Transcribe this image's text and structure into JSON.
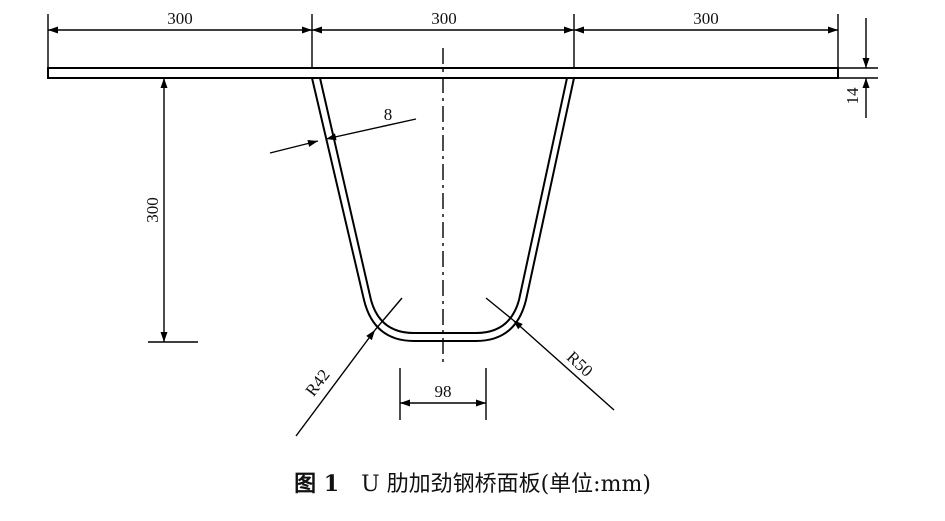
{
  "drawing": {
    "dimensions": {
      "top_left_span": "300",
      "top_middle_span": "300",
      "top_right_span": "300",
      "plate_thickness": "14",
      "rib_thickness": "8",
      "rib_height": "300",
      "bottom_width": "98",
      "left_radius": "R42",
      "right_radius": "R50"
    }
  },
  "caption": {
    "figure_number": "图 1",
    "title": "U 肋加劲钢桥面板(单位:mm)"
  }
}
